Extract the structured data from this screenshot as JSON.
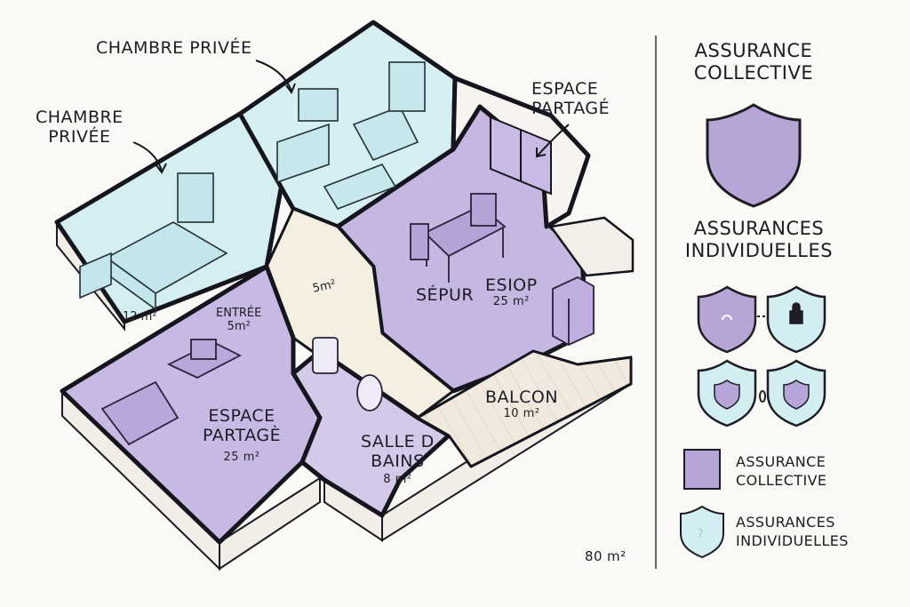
{
  "rooms": {
    "bedroom_left": {
      "label_lines": [
        "CHAMBRE",
        "PRIVÉE"
      ],
      "area": "12 m²"
    },
    "bedroom_top": {
      "label": "CHAMBRE PRIVÉE"
    },
    "shared_top": {
      "label_lines": [
        "ESPACE",
        "PARTAGÉ"
      ]
    },
    "corridor": {
      "area": "5m²"
    },
    "entry": {
      "label": "ENTRÉE",
      "area": "5m²"
    },
    "dining": {
      "label": "SÉPUR"
    },
    "kitchen": {
      "label": "ESIOP",
      "area": "25 m²"
    },
    "living": {
      "label_lines": [
        "ESPACE",
        "PARTAGÈ"
      ],
      "area": "25 m²"
    },
    "bathroom": {
      "label_lines": [
        "SALLE D",
        "BAINS"
      ],
      "area": "8 m²"
    },
    "balcony": {
      "label": "BALCON",
      "area": "10 m²"
    }
  },
  "total_area": "80 m²",
  "panel": {
    "collective_title_lines": [
      "ASSURANCE",
      "COLLECTIVE"
    ],
    "individual_title_lines": [
      "ASSURANCES",
      "INDIVIDUELLES"
    ]
  },
  "legend": {
    "collective_lines": [
      "ASSURANCE",
      "COLLECTIVE"
    ],
    "individual_lines": [
      "ASSURANCES",
      "INDIVIDUELLES"
    ]
  },
  "colors": {
    "collective": "#b7a5d8",
    "individual": "#d3eef2",
    "outline": "#15151d",
    "wall_face": "#f3efe8",
    "floor_wood": "#efe6da"
  },
  "icons": [
    "collective-shield-icon",
    "individual-shield-icon",
    "lock-icon",
    "question-icon"
  ]
}
